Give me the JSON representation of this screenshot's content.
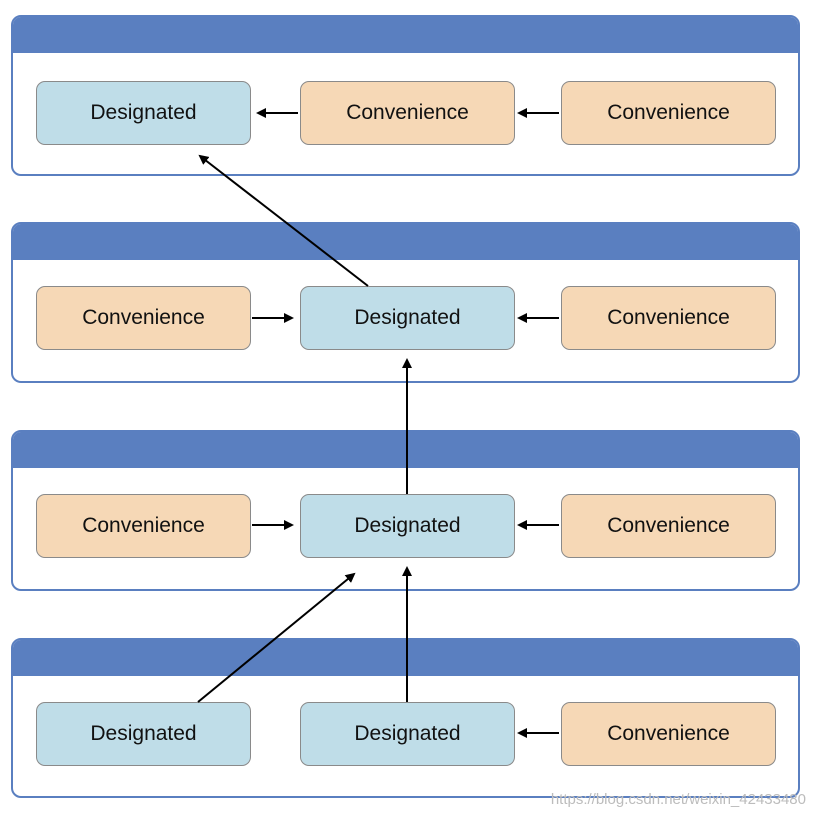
{
  "colors": {
    "header_band": "#5a7fc0",
    "designated_fill": "#bfdde8",
    "convenience_fill": "#f6d8b6",
    "arrow": "#000000"
  },
  "classes": [
    {
      "boxes": [
        {
          "kind": "designated",
          "label": "Designated"
        },
        {
          "kind": "convenience",
          "label": "Convenience"
        },
        {
          "kind": "convenience",
          "label": "Convenience"
        }
      ]
    },
    {
      "boxes": [
        {
          "kind": "convenience",
          "label": "Convenience"
        },
        {
          "kind": "designated",
          "label": "Designated"
        },
        {
          "kind": "convenience",
          "label": "Convenience"
        }
      ]
    },
    {
      "boxes": [
        {
          "kind": "convenience",
          "label": "Convenience"
        },
        {
          "kind": "designated",
          "label": "Designated"
        },
        {
          "kind": "convenience",
          "label": "Convenience"
        }
      ]
    },
    {
      "boxes": [
        {
          "kind": "designated",
          "label": "Designated"
        },
        {
          "kind": "designated",
          "label": "Designated"
        },
        {
          "kind": "convenience",
          "label": "Convenience"
        }
      ]
    }
  ],
  "watermark": "https://blog.csdn.net/weixin_42433480"
}
